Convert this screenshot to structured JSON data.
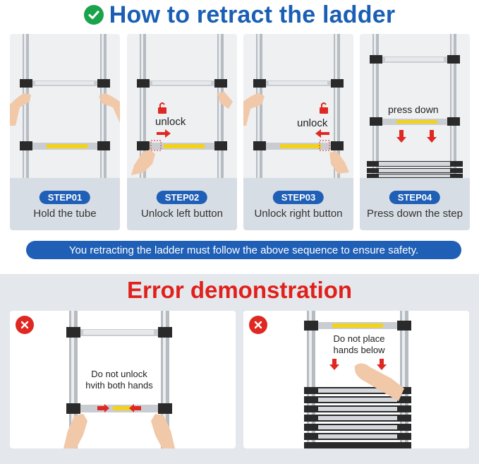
{
  "header": {
    "title": "How to retract the ladder",
    "icon": "check-circle-icon"
  },
  "steps": [
    {
      "badge": "STEP01",
      "caption": "Hold the tube"
    },
    {
      "badge": "STEP02",
      "caption": "Unlock left button",
      "overlay_text": "unlock"
    },
    {
      "badge": "STEP03",
      "caption": "Unlock right button",
      "overlay_text": "unlock"
    },
    {
      "badge": "STEP04",
      "caption": "Press down the step",
      "overlay_text": "press down"
    }
  ],
  "banner": "You retracting the ladder must follow  the above sequence to ensure safety.",
  "error": {
    "title": "Error demonstration",
    "panels": [
      {
        "text_line1": "Do not unlock",
        "text_line2": "hvith both hands"
      },
      {
        "text_line1": "Do not place",
        "text_line2": "hands below"
      }
    ]
  },
  "colors": {
    "accent": "#1f5fb6",
    "error": "#e0201b",
    "success": "#1aa34a",
    "arrow": "#e02822",
    "label": "#f2d21a"
  }
}
